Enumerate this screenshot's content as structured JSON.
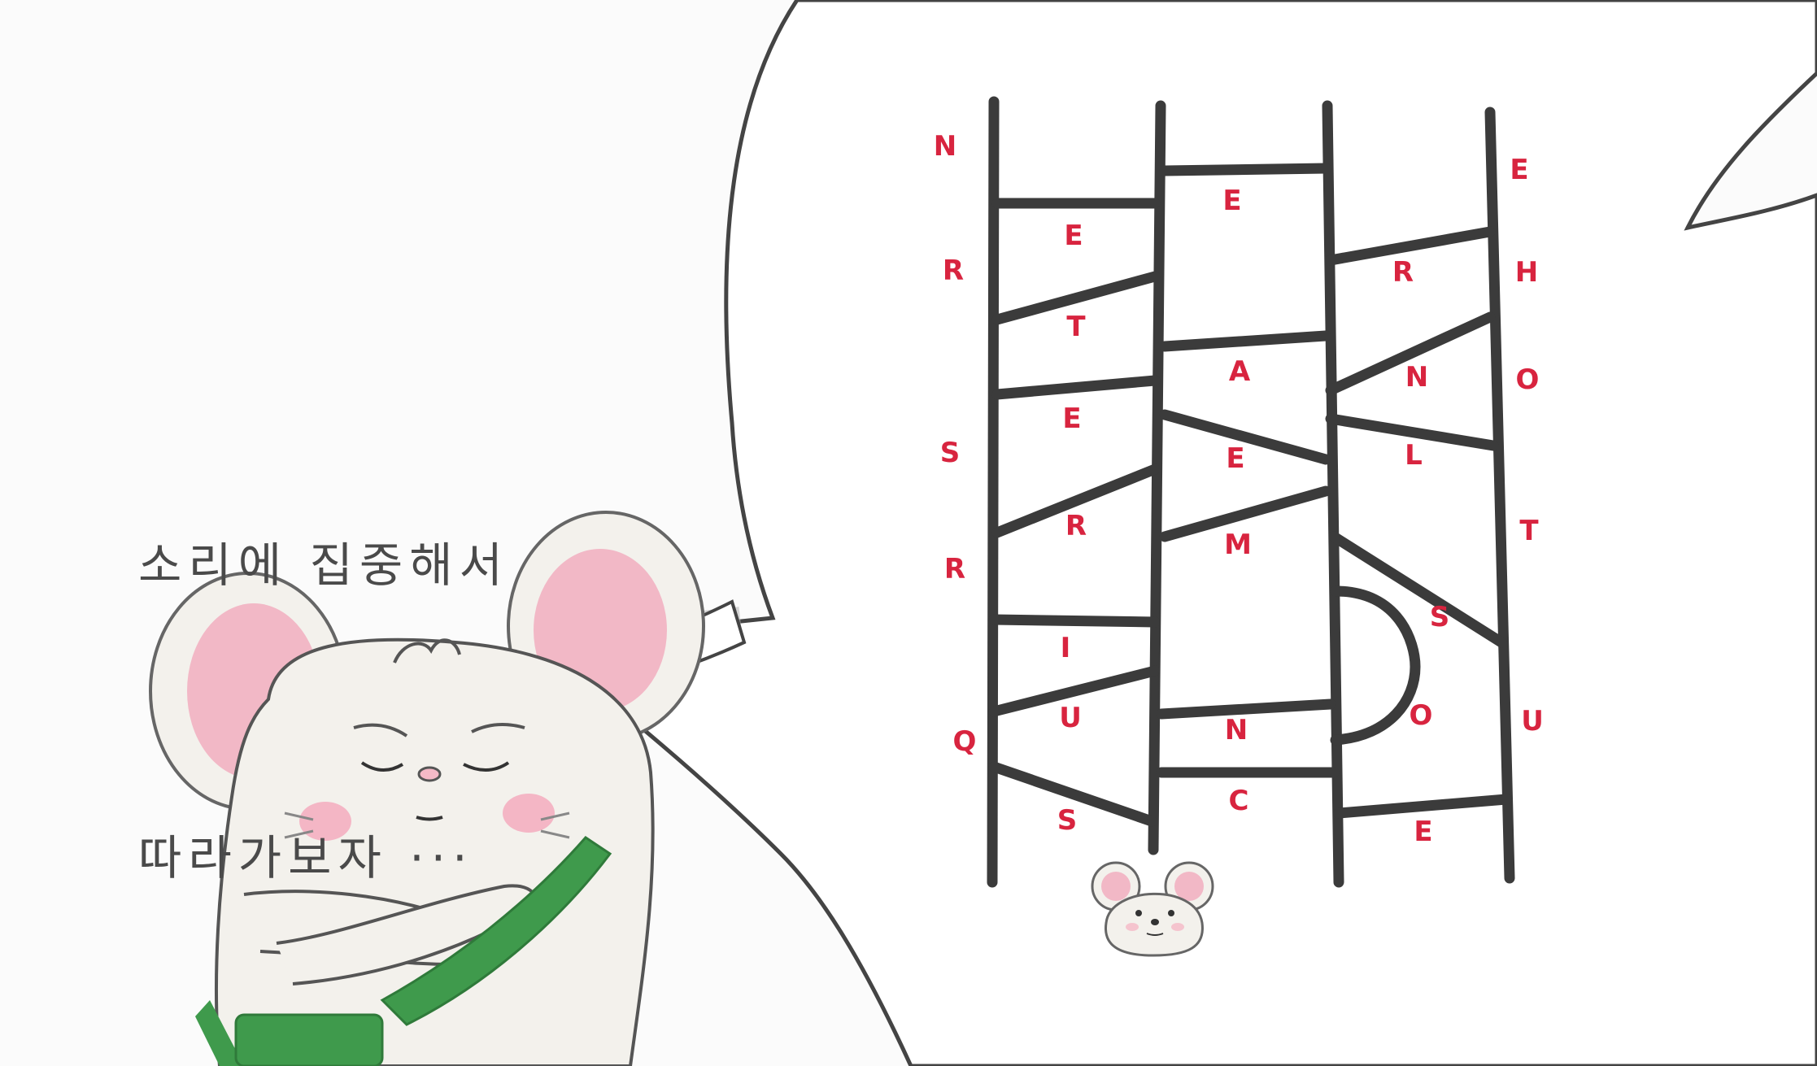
{
  "caption": {
    "line1": "소리에 집중해서",
    "line2": "따라가보자 ···"
  },
  "ladder": {
    "outside_left": [
      "N",
      "R",
      "S",
      "R",
      "Q"
    ],
    "lane1": [
      "E",
      "T",
      "E",
      "R",
      "I",
      "U",
      "S"
    ],
    "lane2": [
      "E",
      "A",
      "E",
      "M",
      "N",
      "C"
    ],
    "lane3": [
      "R",
      "N",
      "L",
      "S",
      "O",
      "E"
    ],
    "outside_right": [
      "E",
      "H",
      "O",
      "T",
      "U"
    ]
  },
  "colors": {
    "background": "#fbfbfb",
    "ladder_line": "#3b3b3b",
    "letter": "#d8243f",
    "mouse_body": "#f3f1ec",
    "mouse_ear": "#f2b8c6",
    "bag": "#3f9a4c",
    "caption": "#4a4a4a"
  }
}
